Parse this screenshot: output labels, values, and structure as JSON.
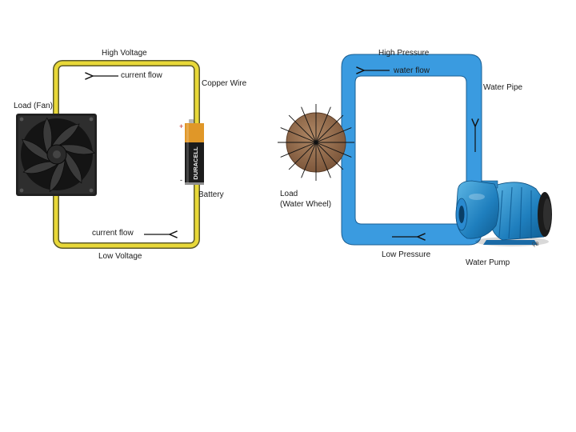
{
  "electric": {
    "top_label": "High Voltage",
    "top_flow_label": "current flow",
    "bottom_label": "Low Voltage",
    "bottom_flow_label": "current flow",
    "wire_label": "Copper Wire",
    "load_label": "Load (Fan)",
    "source_label": "Battery",
    "battery_brand": "DURACELL",
    "battery_plus": "+",
    "battery_minus": "-",
    "wire_color": "#e8d838"
  },
  "water": {
    "top_label": "High Pressure",
    "top_flow_label": "water flow",
    "bottom_label": "Low Pressure",
    "pipe_label": "Water Pipe",
    "load_label_line1": "Load",
    "load_label_line2": "(Water Wheel)",
    "source_label": "Water Pump",
    "pump_tag": "QB",
    "pipe_color": "#3a9be0"
  }
}
